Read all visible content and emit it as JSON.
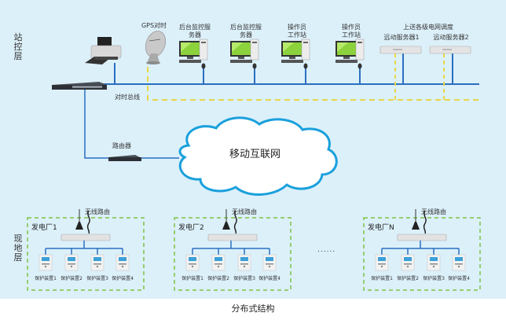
{
  "layers": {
    "station": "站控层",
    "field": "现地层"
  },
  "station_devices": {
    "gps": "GPS对时",
    "backend_server_1": "后台监控服务器",
    "backend_server_2": "后台监控服务器",
    "operator_ws_1": "操作员工作站",
    "operator_ws_2": "操作员工作站",
    "upload_title": "上送各级电网调度",
    "remote_server_1": "远动服务器1",
    "remote_server_2": "远动服务器2"
  },
  "bus": {
    "timing_bus": "对时总线"
  },
  "router": "路由器",
  "cloud": "移动互联网",
  "plants": [
    {
      "name": "发电厂1",
      "wireless": "无线路由",
      "devices": [
        "保护装置1",
        "保护装置2",
        "保护装置3",
        "保护装置4"
      ]
    },
    {
      "name": "发电厂2",
      "wireless": "无线路由",
      "devices": [
        "保护装置1",
        "保护装置2",
        "保护装置3",
        "保护装置4"
      ]
    },
    {
      "name": "发电厂N",
      "wireless": "无线路由",
      "devices": [
        "保护装置1",
        "保护装置2",
        "保护装置3",
        "保护装置4"
      ]
    }
  ],
  "ellipsis": "......",
  "caption": "分布式结构",
  "colors": {
    "background": "#dcf0fa",
    "bus_line": "#2a6fc0",
    "timing_line": "#e8d64a",
    "plant_border": "#7cc242",
    "cloud_stroke": "#1aa0dc"
  }
}
